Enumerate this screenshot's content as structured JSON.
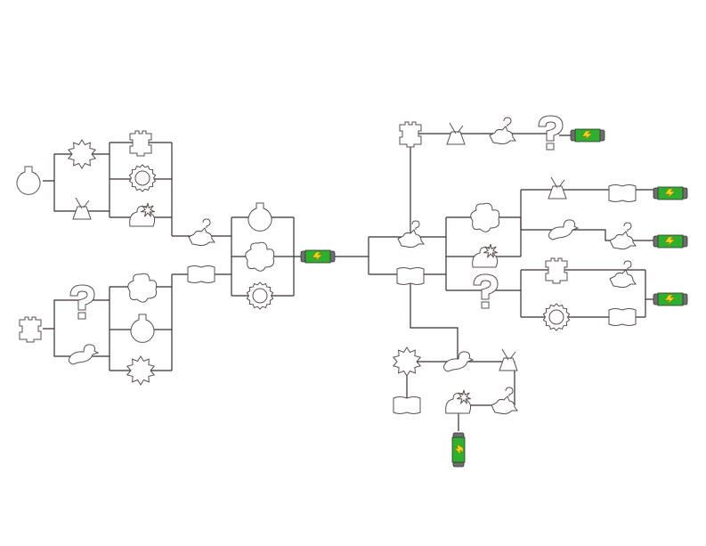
{
  "colors": {
    "wire": "#3b2f2f",
    "outline": "#5b4f4f",
    "fill": "#ffffff",
    "battery_body": "#2fae2f",
    "battery_cap": "#6f6f6f",
    "battery_bolt": "#f2d21b"
  },
  "nodes": [
    {
      "id": "n-start-flask",
      "icon": "round-flask-icon"
    },
    {
      "id": "n-star-a",
      "icon": "starburst-icon"
    },
    {
      "id": "n-square-a",
      "icon": "notched-square-icon"
    },
    {
      "id": "n-gear-a",
      "icon": "gear-icon"
    },
    {
      "id": "n-beaker-a",
      "icon": "beaker-with-stirrer-icon"
    },
    {
      "id": "n-sparkle-a",
      "icon": "sparkling-blob-icon"
    },
    {
      "id": "n-start-square",
      "icon": "notched-square-icon"
    },
    {
      "id": "n-question-a",
      "icon": "question-mark-icon"
    },
    {
      "id": "n-blob-a",
      "icon": "cloud-blob-icon"
    },
    {
      "id": "n-flask-b",
      "icon": "round-flask-icon"
    },
    {
      "id": "n-duck-a",
      "icon": "duck-icon"
    },
    {
      "id": "n-star-b",
      "icon": "starburst-icon"
    },
    {
      "id": "n-bird-a",
      "icon": "bird-with-question-icon"
    },
    {
      "id": "n-tag-a",
      "icon": "rounded-tag-icon"
    },
    {
      "id": "n-flask-c",
      "icon": "round-flask-icon"
    },
    {
      "id": "n-blob-b",
      "icon": "cloud-blob-icon"
    },
    {
      "id": "n-gear-b",
      "icon": "gear-icon"
    },
    {
      "id": "n-battery-center",
      "icon": "battery-icon"
    },
    {
      "id": "n-square-top",
      "icon": "notched-square-icon"
    },
    {
      "id": "n-beaker-top",
      "icon": "beaker-with-stirrer-icon"
    },
    {
      "id": "n-bird-top",
      "icon": "bird-with-question-icon"
    },
    {
      "id": "n-question-top",
      "icon": "question-mark-icon"
    },
    {
      "id": "n-battery-top",
      "icon": "battery-icon"
    },
    {
      "id": "n-bird-hub",
      "icon": "bird-with-question-icon"
    },
    {
      "id": "n-tag-hub",
      "icon": "rounded-tag-icon"
    },
    {
      "id": "n-blob-r1",
      "icon": "cloud-blob-icon"
    },
    {
      "id": "n-sparkle-r1",
      "icon": "sparkling-blob-icon"
    },
    {
      "id": "n-question-r1",
      "icon": "question-mark-icon"
    },
    {
      "id": "n-beaker-r1",
      "icon": "beaker-with-stirrer-icon"
    },
    {
      "id": "n-tag-r1",
      "icon": "rounded-tag-icon"
    },
    {
      "id": "n-battery-r1",
      "icon": "battery-icon"
    },
    {
      "id": "n-duck-r1",
      "icon": "duck-icon"
    },
    {
      "id": "n-bird-r2",
      "icon": "bird-with-question-icon"
    },
    {
      "id": "n-battery-r2",
      "icon": "battery-icon"
    },
    {
      "id": "n-square-r3",
      "icon": "notched-square-icon"
    },
    {
      "id": "n-bird-r3",
      "icon": "bird-with-question-icon"
    },
    {
      "id": "n-gear-r3",
      "icon": "gear-icon"
    },
    {
      "id": "n-tag-r3",
      "icon": "rounded-tag-icon"
    },
    {
      "id": "n-battery-r3",
      "icon": "battery-icon"
    },
    {
      "id": "n-star-bottom",
      "icon": "starburst-icon"
    },
    {
      "id": "n-duck-bottom",
      "icon": "duck-icon"
    },
    {
      "id": "n-beaker-bottom",
      "icon": "beaker-with-stirrer-icon"
    },
    {
      "id": "n-tag-bottom",
      "icon": "rounded-tag-icon"
    },
    {
      "id": "n-sparkle-bottom",
      "icon": "sparkling-blob-icon"
    },
    {
      "id": "n-bird-bottom",
      "icon": "bird-with-question-icon"
    },
    {
      "id": "n-battery-bottom",
      "icon": "battery-icon"
    }
  ]
}
